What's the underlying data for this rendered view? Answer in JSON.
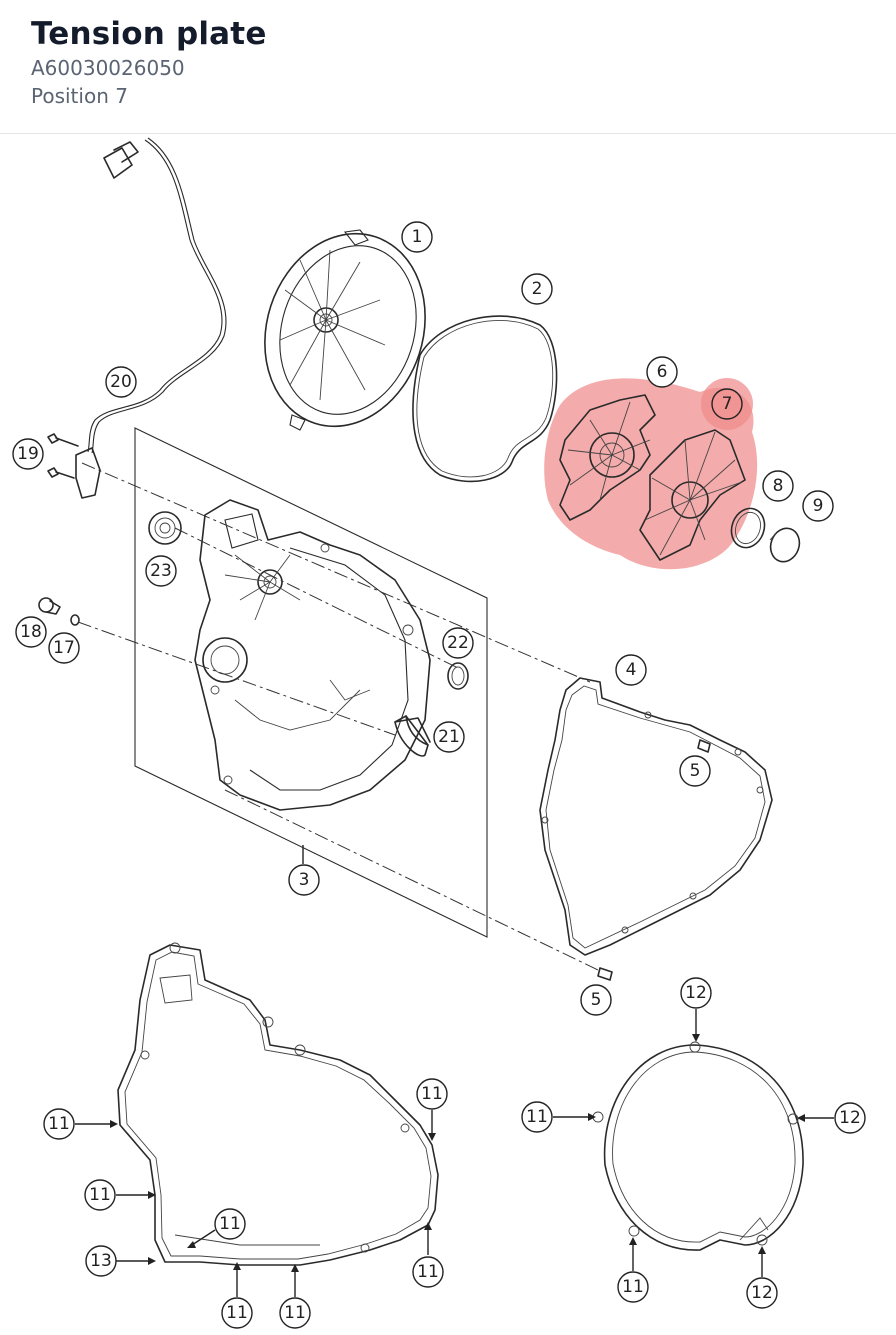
{
  "header": {
    "title": "Tension plate",
    "part_number": "A60030026050",
    "position": "Position 7"
  },
  "highlight": {
    "position": "7",
    "color": "#f08a8a"
  },
  "callouts": {
    "c1": "1",
    "c2": "2",
    "c3": "3",
    "c4": "4",
    "c5a": "5",
    "c5b": "5",
    "c6": "6",
    "c7": "7",
    "c8": "8",
    "c9": "9",
    "c17": "17",
    "c18": "18",
    "c19": "19",
    "c20": "20",
    "c21": "21",
    "c22": "22",
    "c23": "23",
    "g11a": "11",
    "g11b": "11",
    "g11c": "11",
    "g11d": "11",
    "g11e": "11",
    "g11f": "11",
    "g11g": "11",
    "g13": "13",
    "r12a": "12",
    "r12b": "12",
    "r12c": "12",
    "r11a": "11",
    "r11b": "11"
  }
}
